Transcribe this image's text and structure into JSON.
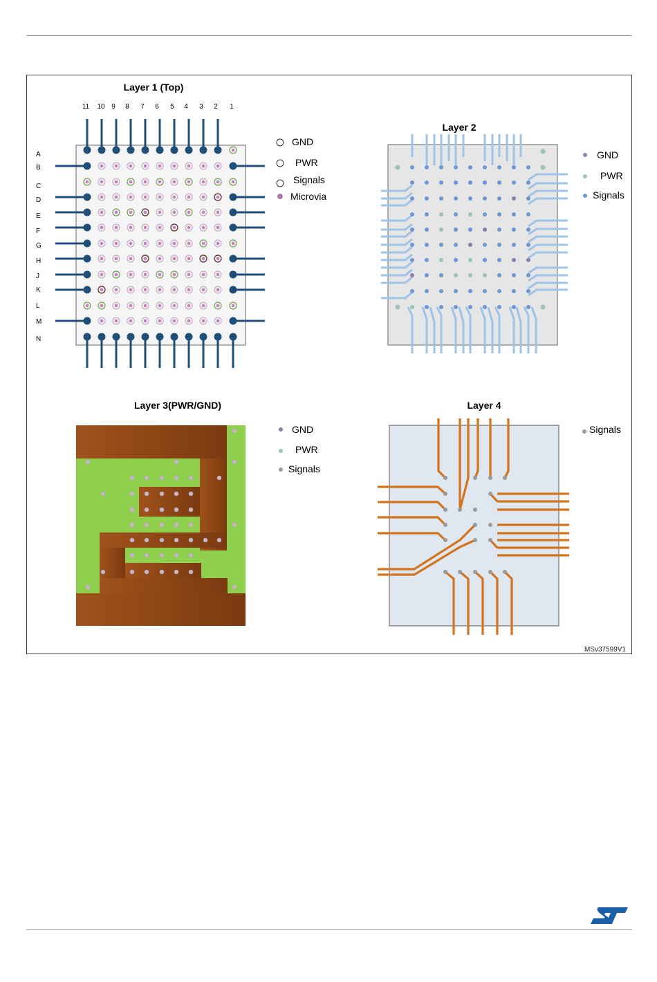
{
  "figure_id": "MSv37599V1",
  "layer1": {
    "title": "Layer 1 (Top)",
    "columns": [
      "11",
      "10",
      "9",
      "8",
      "7",
      "6",
      "5",
      "4",
      "3",
      "2",
      "1"
    ],
    "rows": [
      "A",
      "B",
      "C",
      "D",
      "E",
      "F",
      "G",
      "H",
      "J",
      "K",
      "L",
      "M",
      "N"
    ],
    "legend": [
      "GND",
      "PWR",
      "Signals",
      "Microvia"
    ]
  },
  "layer2": {
    "title": "Layer 2",
    "legend": [
      "GND",
      "PWR",
      "Signals"
    ]
  },
  "layer3": {
    "title": "Layer 3(PWR/GND)",
    "legend": [
      "GND",
      "PWR",
      "Signals"
    ]
  },
  "layer4": {
    "title": "Layer 4",
    "legend": [
      "Signals"
    ]
  },
  "colors": {
    "layer1_trace": "#1f4e79",
    "layer2_trace": "#9dc3e6",
    "layer3_plane_pwr": "#8fd14f",
    "layer3_plane_gnd": "#8b4513",
    "layer4_trace": "#d4731e",
    "microvia": "#c77dbb"
  },
  "logo_icon": "st-logo-icon"
}
